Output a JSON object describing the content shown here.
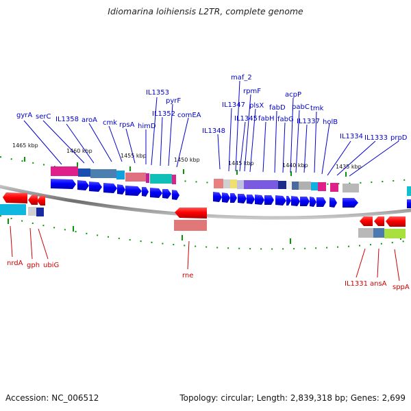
{
  "title": "Idiomarina loihiensis L2TR, complete genome",
  "accession": "Accession: NC_006512",
  "topology": "Topology: circular; Length: 2,839,318 bp; Genes: 2,699",
  "kbp_labels": [
    "1465 kbp",
    "1460 kbp",
    "1455 kbp",
    "1450 kbp",
    "1445 kbp",
    "1440 kbp",
    "1435 kbp"
  ],
  "top_genes": [
    "gyrA",
    "serC",
    "IL1358",
    "aroA",
    "cmk",
    "rpsA",
    "himD",
    "IL1353",
    "IL1352",
    "pyrF",
    "comEA",
    "IL1348",
    "IL1347",
    "maf_2",
    "IL1345",
    "rpmF",
    "plsX",
    "fabH",
    "fabD",
    "fabG",
    "acpP",
    "pabC",
    "IL1337",
    "tmk",
    "holB",
    "IL1334",
    "IL1333",
    "prpD"
  ],
  "bottom_genes": [
    "nrdA",
    "gph",
    "ubiG",
    "rne",
    "IL1331",
    "ansA",
    "sppA"
  ],
  "colors": {
    "top_label": "#0000cc",
    "bottom_label": "#cc0000",
    "forward_arrow": "#0000ff",
    "reverse_arrow": "#ff0000",
    "backbone": "#8a8a8a",
    "tick": "#009900"
  }
}
